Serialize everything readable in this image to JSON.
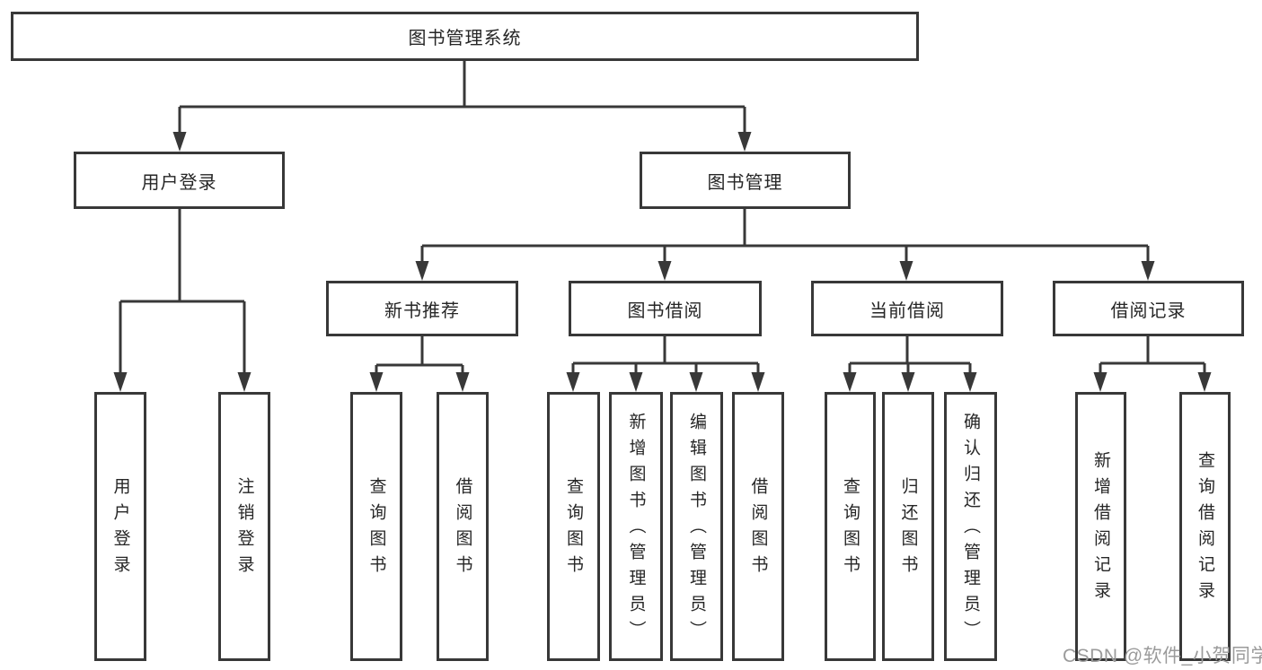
{
  "diagram": {
    "type": "hierarchy-tree",
    "tree": {
      "label": "图书管理系统",
      "children": [
        {
          "label": "用户登录",
          "children": [
            {
              "label": "用户登录"
            },
            {
              "label": "注销登录"
            }
          ]
        },
        {
          "label": "图书管理",
          "children": [
            {
              "label": "新书推荐",
              "children": [
                {
                  "label": "查询图书"
                },
                {
                  "label": "借阅图书"
                }
              ]
            },
            {
              "label": "图书借阅",
              "children": [
                {
                  "label": "查询图书"
                },
                {
                  "label": "新增图书（管理员）"
                },
                {
                  "label": "编辑图书（管理员）"
                },
                {
                  "label": "借阅图书"
                }
              ]
            },
            {
              "label": "当前借阅",
              "children": [
                {
                  "label": "查询图书"
                },
                {
                  "label": "归还图书"
                },
                {
                  "label": "确认归还（管理员）"
                }
              ]
            },
            {
              "label": "借阅记录",
              "children": [
                {
                  "label": "新增借阅记录"
                },
                {
                  "label": "查询借阅记录"
                }
              ]
            }
          ]
        }
      ]
    }
  },
  "watermark": {
    "text": "CSDN @软件_小贺同学"
  },
  "colors": {
    "line": "#383838",
    "box_border": "#383838",
    "text": "#262626",
    "watermark": "#9b9b9b",
    "background": "#ffffff"
  }
}
